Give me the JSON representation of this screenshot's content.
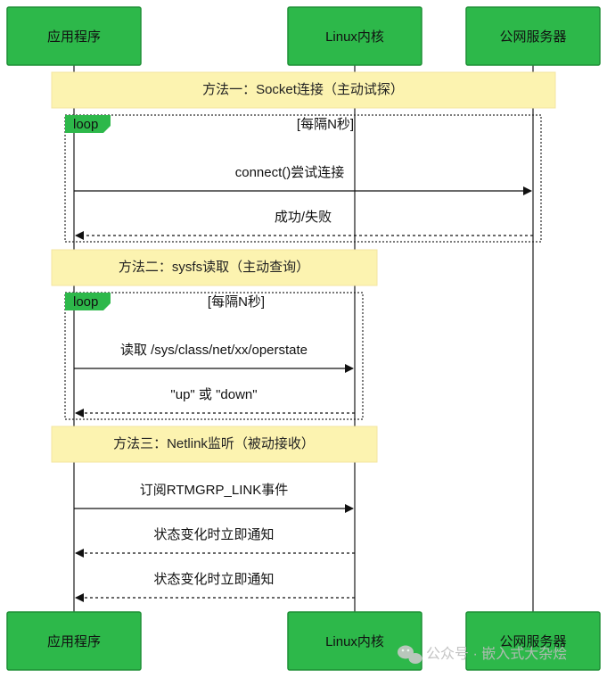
{
  "participants": [
    {
      "id": "app",
      "label": "应用程序"
    },
    {
      "id": "kernel",
      "label": "Linux内核"
    },
    {
      "id": "server",
      "label": "公网服务器"
    }
  ],
  "notes": [
    {
      "label": "方法一：Socket连接（主动试探）"
    },
    {
      "label": "方法二：sysfs读取（主动查询）"
    },
    {
      "label": "方法三：Netlink监听（被动接收）"
    }
  ],
  "loops": [
    {
      "tag": "loop",
      "condition": "[每隔N秒]"
    },
    {
      "tag": "loop",
      "condition": "[每隔N秒]"
    }
  ],
  "messages": [
    {
      "label": "connect()尝试连接",
      "from": "app",
      "to": "server",
      "style": "solid"
    },
    {
      "label": "成功/失败",
      "from": "server",
      "to": "app",
      "style": "dashed"
    },
    {
      "label": "读取 /sys/class/net/xx/operstate",
      "from": "app",
      "to": "kernel",
      "style": "solid"
    },
    {
      "label": "\"up\" 或 \"down\"",
      "from": "kernel",
      "to": "app",
      "style": "dashed"
    },
    {
      "label": "订阅RTMGRP_LINK事件",
      "from": "app",
      "to": "kernel",
      "style": "solid"
    },
    {
      "label": "状态变化时立即通知",
      "from": "kernel",
      "to": "app",
      "style": "dashed"
    },
    {
      "label": "状态变化时立即通知",
      "from": "kernel",
      "to": "app",
      "style": "dashed"
    }
  ],
  "watermark": {
    "text": "公众号 · 嵌入式大杂烩",
    "icon": "wechat-icon"
  },
  "colors": {
    "actor": "#2db84a",
    "note": "#fcf3b0",
    "line": "#111111"
  }
}
